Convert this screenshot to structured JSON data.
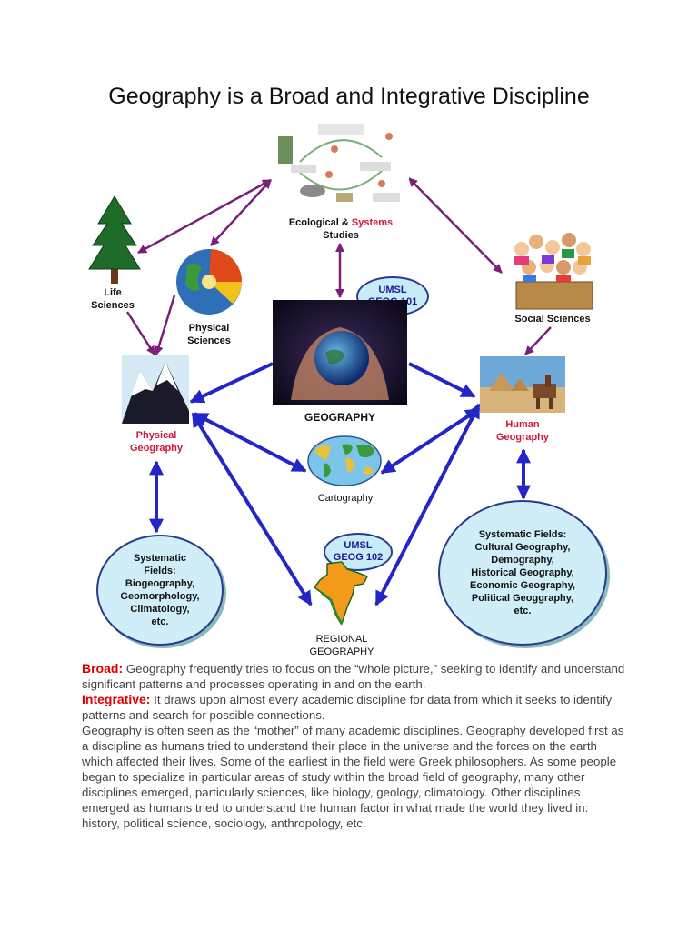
{
  "title": "Geography is a Broad and Integrative Discipline",
  "nodes": {
    "ecological_prefix": "Ecological & ",
    "ecological_systems": "Systems",
    "ecological_studies": "Studies",
    "life_sciences_1": "Life",
    "life_sciences_2": "Sciences",
    "physical_sciences_1": "Physical",
    "physical_sciences_2": "Sciences",
    "social_sciences": "Social Sciences",
    "physical_geography_1": "Physical",
    "physical_geography_2": "Geography",
    "geography": "GEOGRAPHY",
    "human_geography_1": "Human",
    "human_geography_2": "Geography",
    "cartography": "Cartography",
    "regional_geography_1": "REGIONAL",
    "regional_geography_2": "GEOGRAPHY"
  },
  "badges": {
    "geog101_1": "UMSL",
    "geog101_2": "GEOG 101",
    "geog102_1": "UMSL",
    "geog102_2": "GEOG 102"
  },
  "systematic_physical": [
    "Systematic",
    "Fields:",
    "Biogeography,",
    "Geomorphology,",
    "Climatology,",
    "etc."
  ],
  "systematic_human": [
    "Systematic Fields:",
    "Cultural Geography,",
    "Demography,",
    "Historical Geography,",
    "Economic Geography,",
    "Political Geoggraphy,",
    "etc."
  ],
  "text": {
    "broad_head": "Broad:",
    "broad_body": " Geography frequently tries to focus on the “whole picture,” seeking to identify and understand significant patterns and processes operating in and on the earth.",
    "integrative_head": "Integrative:",
    "integrative_body": " It draws upon almost every academic discipline for data from which it seeks to identify patterns and search for possible connections.",
    "paragraph": "Geography is often seen as the “mother” of many academic disciplines.  Geography developed first as a discipline as humans tried to understand their place in the universe and the forces on the earth which affected their lives.  Some of the earliest in the field were Greek philosophers.  As some people began to specialize in particular areas of study within the broad field of geography, many other disciplines emerged, particularly sciences, like biology, geology, climatology.  Other disciplines emerged as humans tried to understand the human factor in what made the world they lived in: history, political science, sociology, anthropology, etc."
  },
  "colors": {
    "purple_arrow": "#7a1f7a",
    "blue_arrow": "#2326c6",
    "oval_fill": "#cfeef8",
    "heading_red": "#dd0000",
    "label_red": "#cc1a3a"
  }
}
